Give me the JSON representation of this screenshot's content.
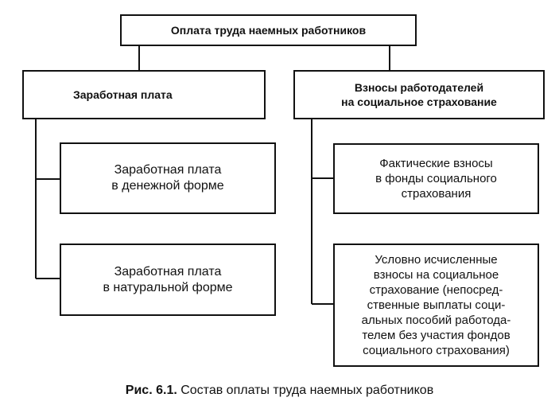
{
  "diagram": {
    "root": "Оплата труда наемных работников",
    "wages": {
      "title": "Заработная плата",
      "cash": "Заработная плата\nв денежной форме",
      "in_kind": "Заработная плата\nв натуральной форме"
    },
    "contributions": {
      "title": "Взносы работодателей\nна социальное страхование",
      "actual": "Фактические взносы\nв фонды социального\nстрахования",
      "imputed": "Условно исчисленные\nвзносы на социальное\nстрахование (непосред-\nственные выплаты соци-\nальных пособий работода-\nтелем без участия фондов\nсоциального страхования)"
    },
    "caption_number": "Рис. 6.1.",
    "caption_text": " Состав оплаты труда наемных работников"
  }
}
